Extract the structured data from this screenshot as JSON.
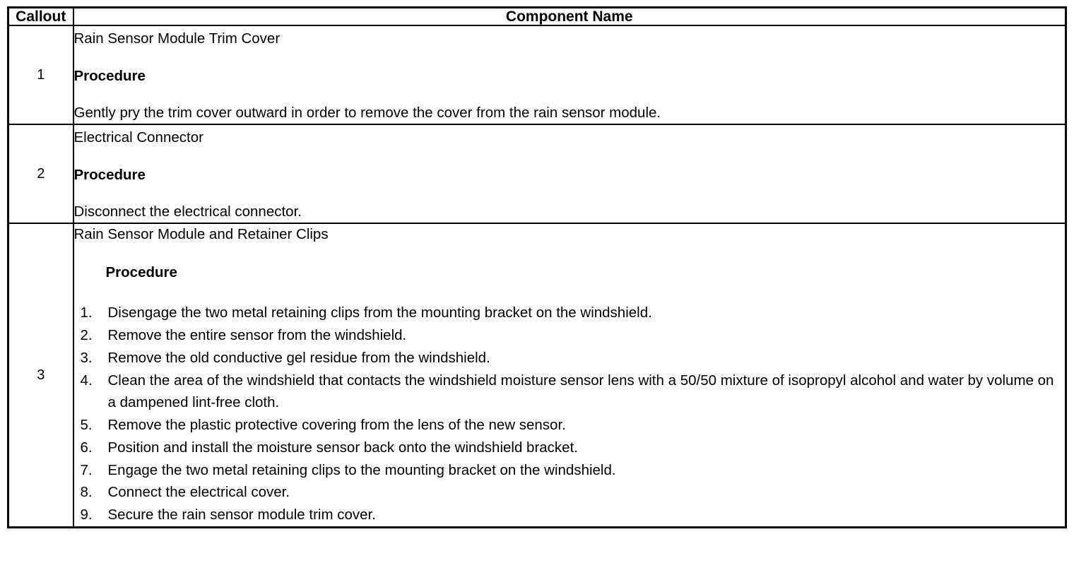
{
  "table": {
    "headers": {
      "callout": "Callout",
      "component_name": "Component Name"
    },
    "rows": [
      {
        "callout": "1",
        "component_title": "Rain Sensor Module Trim Cover",
        "procedure_label": "Procedure",
        "procedure_text": "Gently pry the trim cover outward in order to remove the cover from the rain sensor module."
      },
      {
        "callout": "2",
        "component_title": "Electrical Connector",
        "procedure_label": "Procedure",
        "procedure_text": "Disconnect the electrical connector."
      },
      {
        "callout": "3",
        "component_title": "Rain Sensor Module and Retainer Clips",
        "procedure_label": "Procedure",
        "steps": [
          {
            "num": "1.",
            "text": "Disengage the two metal retaining clips from the mounting bracket on the windshield."
          },
          {
            "num": "2.",
            "text": "Remove the entire sensor from the windshield."
          },
          {
            "num": "3.",
            "text": "Remove the old conductive gel residue from the windshield."
          },
          {
            "num": "4.",
            "text": "Clean the area of the windshield that contacts the windshield moisture sensor lens with a 50/50 mixture of isopropyl alcohol and water by volume on a dampened lint-free cloth."
          },
          {
            "num": "5.",
            "text": "Remove the plastic protective covering from the lens of the new sensor."
          },
          {
            "num": "6.",
            "text": "Position and install the moisture sensor back onto the windshield bracket."
          },
          {
            "num": "7.",
            "text": "Engage the two metal retaining clips to the mounting bracket on the windshield."
          },
          {
            "num": "8.",
            "text": "Connect the electrical cover."
          },
          {
            "num": "9.",
            "text": "Secure the rain sensor module trim cover."
          }
        ]
      }
    ]
  },
  "colors": {
    "border": "#000000",
    "text": "#000000",
    "background": "#ffffff"
  }
}
